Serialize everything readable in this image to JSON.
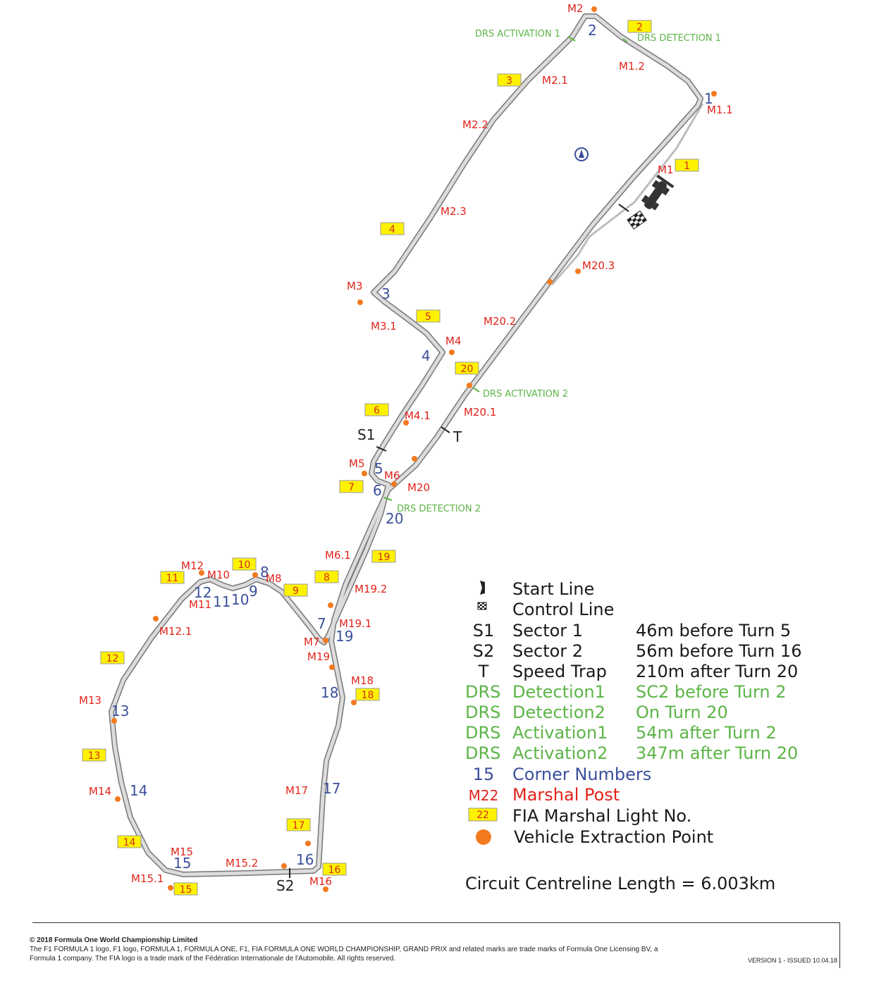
{
  "colors": {
    "track_fill": "#d9d9d9",
    "track_edge": "#777777",
    "marshal_red": "#e2231a",
    "corner_blue": "#3b4f9c",
    "drs_green": "#5cb547",
    "flag_yellow": "#fff200",
    "extraction_orange": "#f47a20"
  },
  "corners": [
    "1",
    "2",
    "3",
    "4",
    "5",
    "6",
    "7",
    "8",
    "9",
    "10",
    "11",
    "12",
    "13",
    "14",
    "15",
    "16",
    "17",
    "18",
    "19",
    "20"
  ],
  "marshal_posts": [
    "M1",
    "M1.1",
    "M1.2",
    "M2",
    "M2.1",
    "M2.2",
    "M2.3",
    "M3",
    "M3.1",
    "M4",
    "M4.1",
    "M5",
    "M6",
    "M6.1",
    "M7",
    "M8",
    "M10",
    "M11",
    "M12",
    "M12.1",
    "M13",
    "M14",
    "M15",
    "M15.1",
    "M15.2",
    "M16",
    "M17",
    "M18",
    "M19",
    "M19.1",
    "M19.2",
    "M20",
    "M20.1",
    "M20.2",
    "M20.3"
  ],
  "marshal_lights": [
    "1",
    "2",
    "3",
    "4",
    "5",
    "6",
    "7",
    "8",
    "9",
    "10",
    "11",
    "12",
    "13",
    "14",
    "15",
    "16",
    "17",
    "18",
    "19",
    "20"
  ],
  "drs_labels": [
    "DRS ACTIVATION 1",
    "DRS DETECTION 1",
    "DRS ACTIVATION 2",
    "DRS DETECTION 2"
  ],
  "sector_labels": [
    "S1",
    "S2",
    "T"
  ],
  "legend": {
    "start_line": "Start Line",
    "control_line": "Control Line",
    "s1_sym": "S1",
    "s1_name": "Sector 1",
    "s1_desc": "46m before Turn 5",
    "s2_sym": "S2",
    "s2_name": "Sector 2",
    "s2_desc": "56m before Turn 16",
    "t_sym": "T",
    "t_name": "Speed Trap",
    "t_desc": "210m after Turn 20",
    "drs1_a": "DRS",
    "drs1_b": "Detection1",
    "drs1_desc": "SC2 before Turn 2",
    "drs2_a": "DRS",
    "drs2_b": "Detection2",
    "drs2_desc": "On Turn 20",
    "drs3_a": "DRS",
    "drs3_b": "Activation1",
    "drs3_desc": "54m after Turn 2",
    "drs4_a": "DRS",
    "drs4_b": "Activation2",
    "drs4_desc": "347m after Turn 20",
    "corner_sym": "15",
    "corner_desc": "Corner Numbers",
    "marshal_sym": "M22",
    "marshal_desc": "Marshal Post",
    "light_sym": "22",
    "light_desc": "FIA Marshal Light No.",
    "extraction_desc": "Vehicle Extraction Point"
  },
  "circuit_length": "Circuit Centreline Length = 6.003km",
  "footer": {
    "copyright": "© 2018 Formula One World Championship Limited",
    "line1": "The F1 FORMULA 1 logo, F1 logo, FORMULA 1, FORMULA ONE, F1, FIA FORMULA ONE WORLD CHAMPIONSHIP, GRAND PRIX and related marks are trade marks of Formula One Licensing BV, a",
    "line2": "Formula 1 company. The FIA logo is a trade mark of the Fédération Internationale de l'Automobile. All rights reserved.",
    "version": "VERSION 1 - ISSUED 10.04.18"
  }
}
